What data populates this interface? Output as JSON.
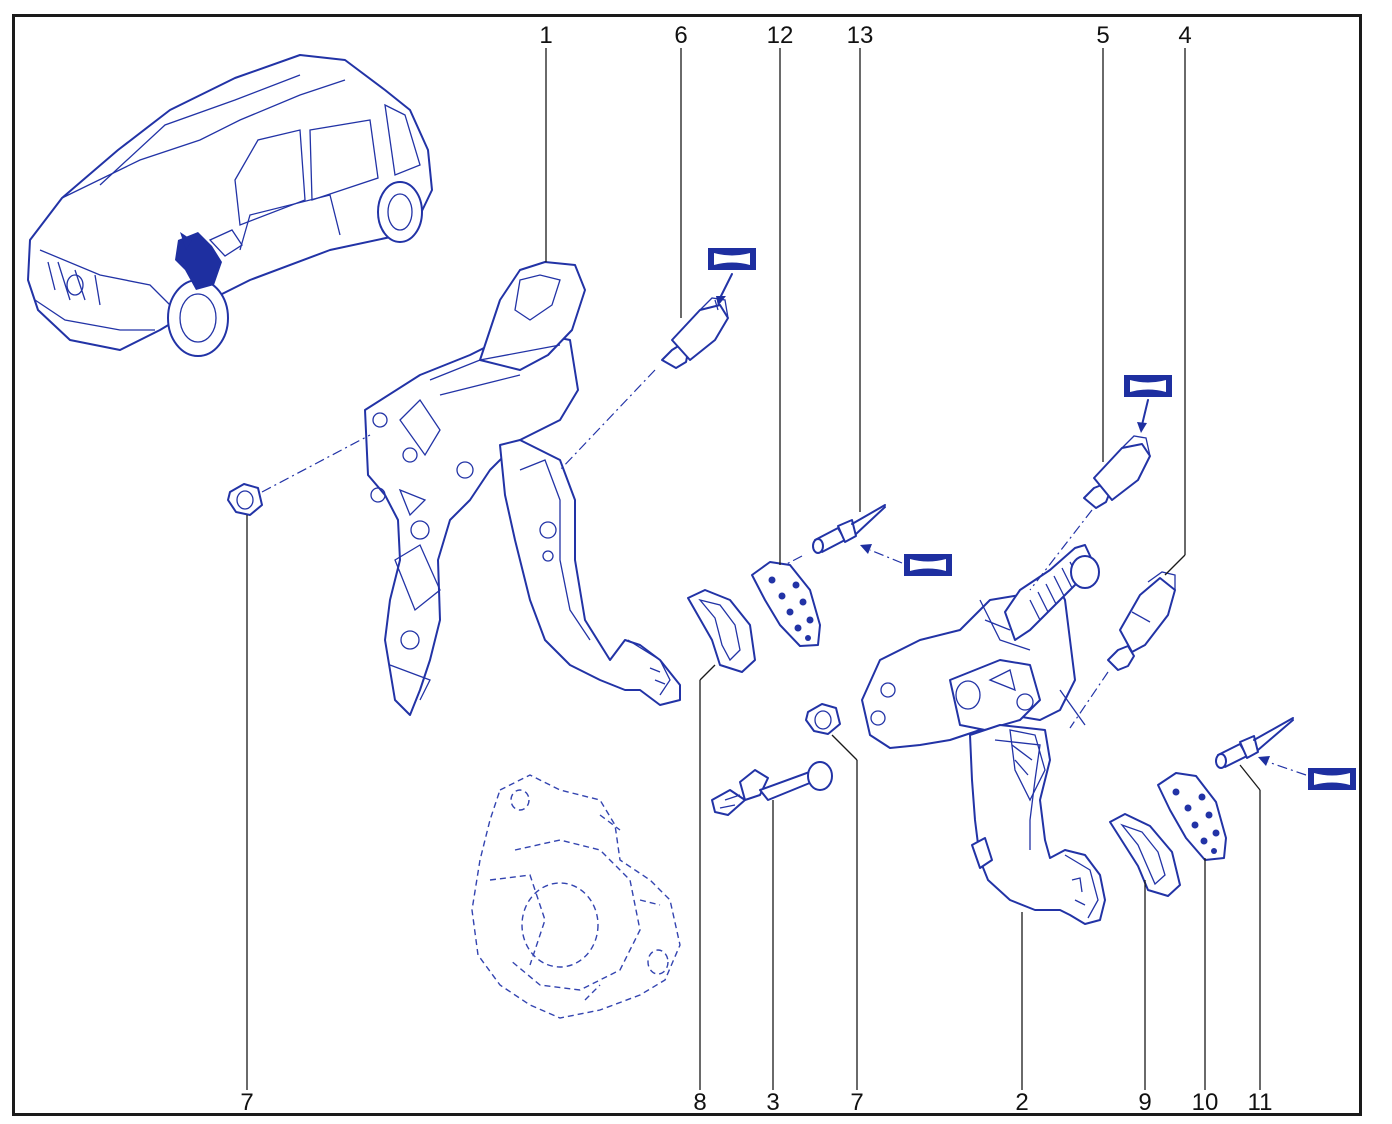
{
  "callouts": {
    "c1": "1",
    "c6": "6",
    "c12": "12",
    "c13": "13",
    "c5": "5",
    "c4": "4",
    "c7a": "7",
    "c8": "8",
    "c3": "3",
    "c7b": "7",
    "c2": "2",
    "c9": "9",
    "c10": "10",
    "c11": "11"
  },
  "colors": {
    "line": "#2233a6",
    "fill": "#1e2fa0",
    "border": "#1a1a1a"
  }
}
